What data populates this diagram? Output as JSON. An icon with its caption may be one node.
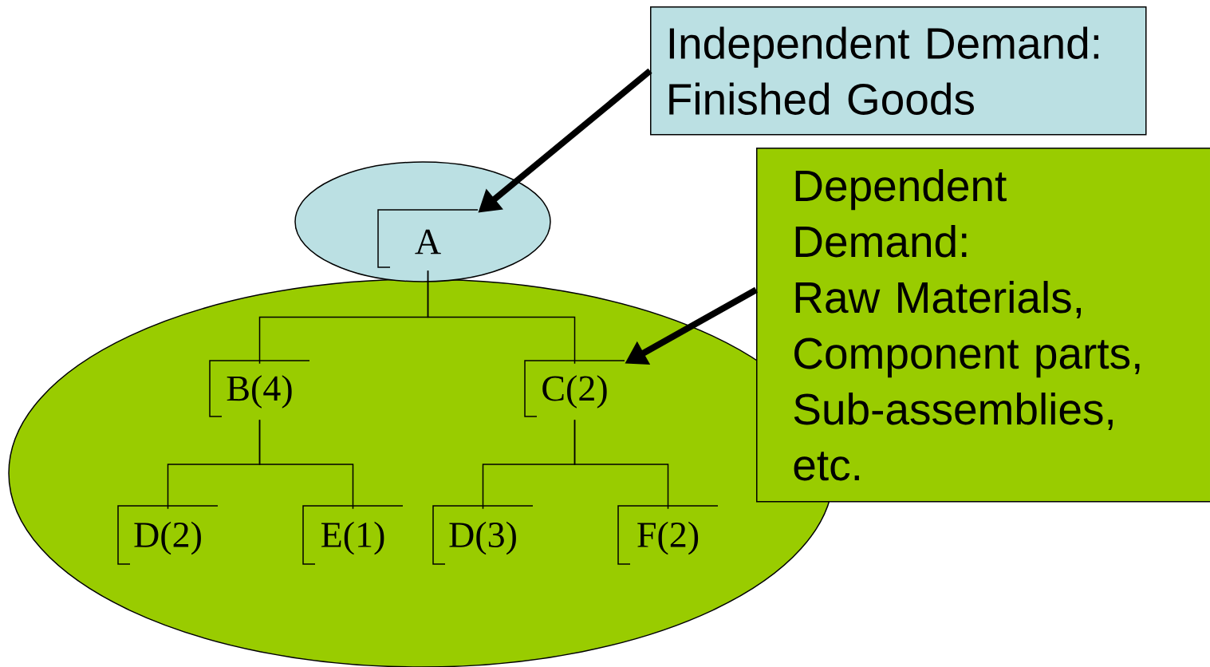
{
  "diagram": {
    "nodes": [
      {
        "text": [
          "Independent Demand: Finished Goods"
        ]
      },
      {
        "text": [],
        "shape": "ellipse"
      },
      {
        "text": [
          "A"
        ],
        "in": 1
      },
      {
        "text": [
          "Dependent Demand:",
          "Raw Materials, Component parts, Sub-assemblies, etc."
        ]
      },
      {
        "text": [],
        "shape": "ellipse"
      },
      {
        "text": [
          "B(4)"
        ],
        "in": 4
      },
      {
        "text": [
          "C(2)"
        ],
        "in": 4
      },
      {
        "text": [
          "D(2)"
        ],
        "in": 4
      },
      {
        "text": [
          "E(1)"
        ],
        "in": 4
      },
      {
        "text": [
          "D(3)"
        ],
        "in": 4
      },
      {
        "text": [
          "F(2)"
        ],
        "in": 4
      }
    ],
    "edges": [
      {
        "from": 0,
        "to": 2,
        "arrow": "to",
        "style": "thick"
      },
      {
        "from": 3,
        "to": 6,
        "arrow": "to",
        "style": "thick"
      },
      {
        "from": 2,
        "to": 5,
        "arrow": "none"
      },
      {
        "from": 2,
        "to": 6,
        "arrow": "none"
      },
      {
        "from": 5,
        "to": 7,
        "arrow": "none"
      },
      {
        "from": 5,
        "to": 8,
        "arrow": "none"
      },
      {
        "from": 6,
        "to": 9,
        "arrow": "none"
      },
      {
        "from": 6,
        "to": 10,
        "arrow": "none"
      }
    ]
  }
}
